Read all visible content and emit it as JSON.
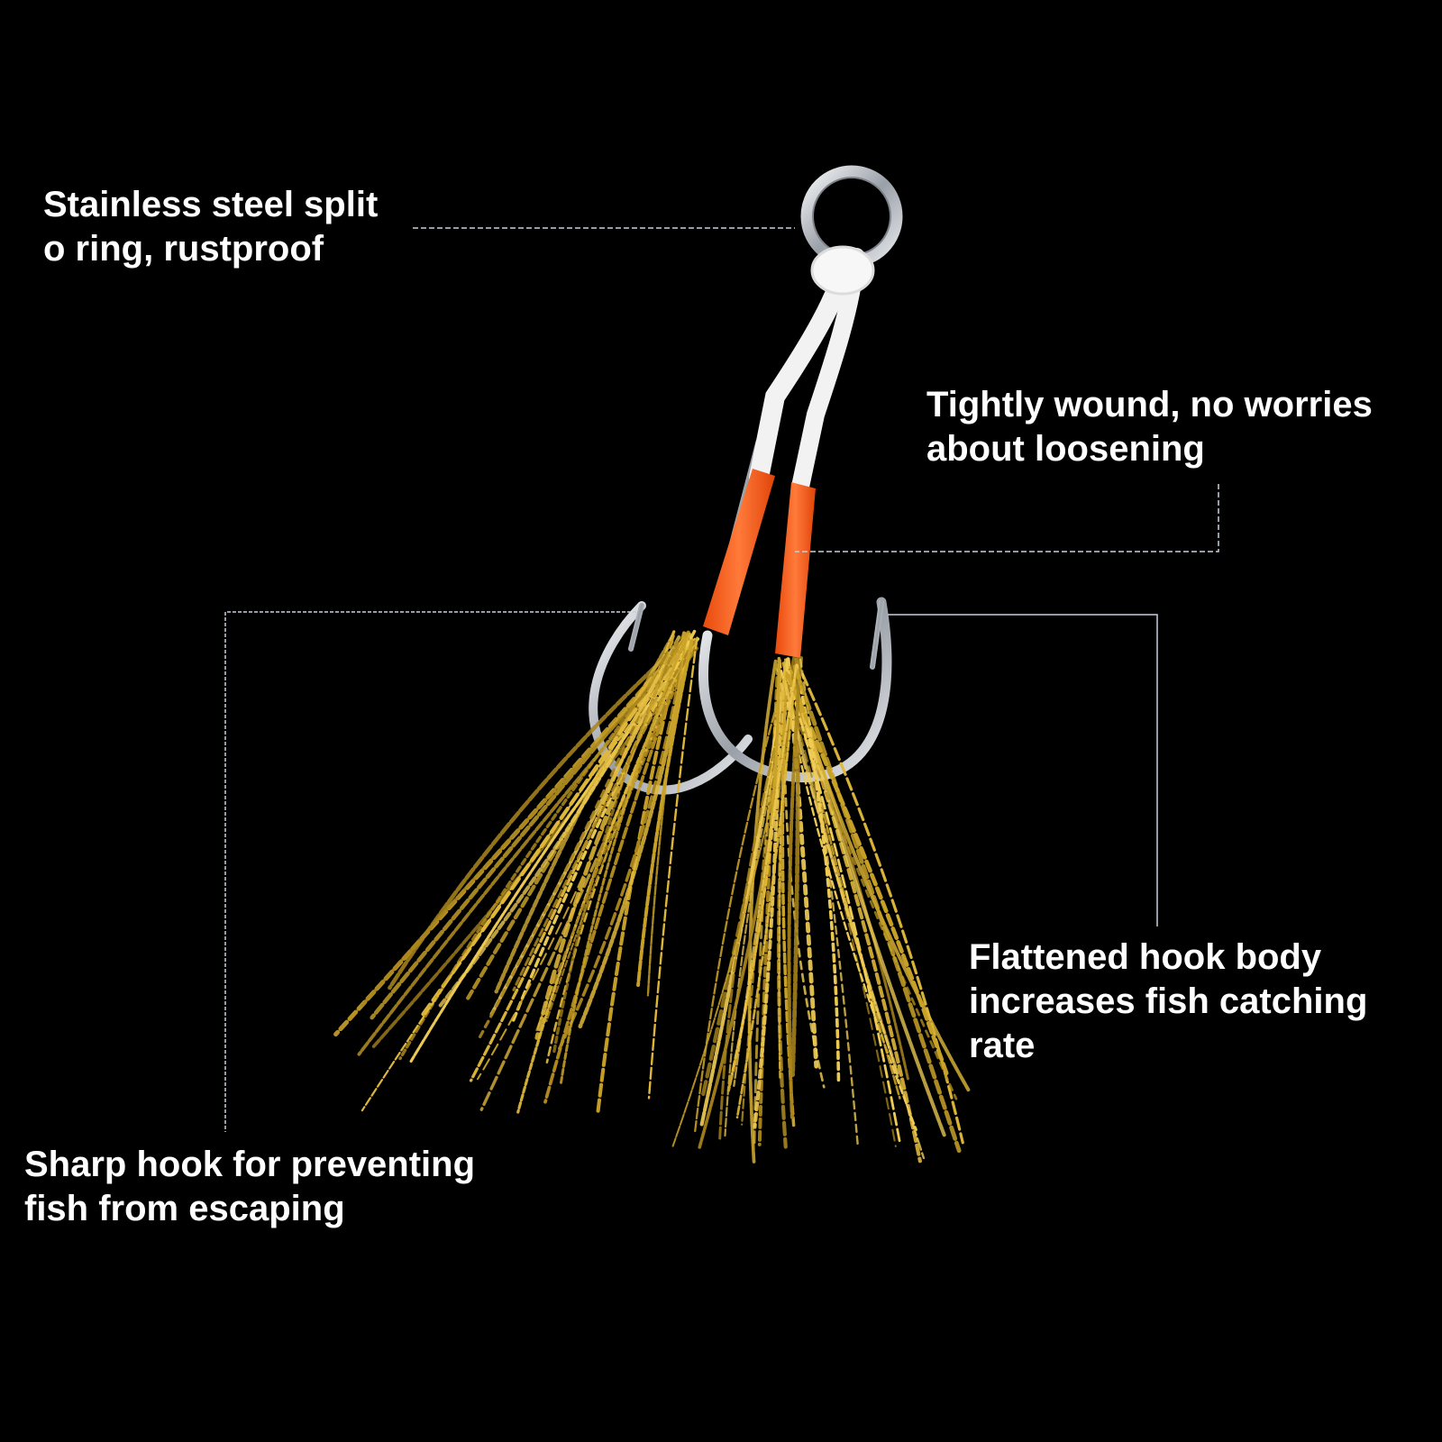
{
  "background_color": "#000000",
  "colors": {
    "text": "#ffffff",
    "leader_line": "#c8d0dc",
    "ring_metal": "#c9ccd1",
    "cord": "#f2f2f2",
    "wrap": "#ff5a14",
    "hook_metal": "#d9dce0",
    "tinsel": "#c9a227"
  },
  "callouts": {
    "ring": {
      "lines": [
        "Stainless steel split",
        "o ring, rustproof"
      ]
    },
    "wound": {
      "lines": [
        "Tightly wound, no worries",
        "about loosening"
      ]
    },
    "flattened": {
      "lines": [
        "Flattened hook body",
        "increases fish catching",
        "rate"
      ]
    },
    "sharp": {
      "lines": [
        "Sharp hook for preventing",
        "fish from escaping"
      ]
    }
  }
}
